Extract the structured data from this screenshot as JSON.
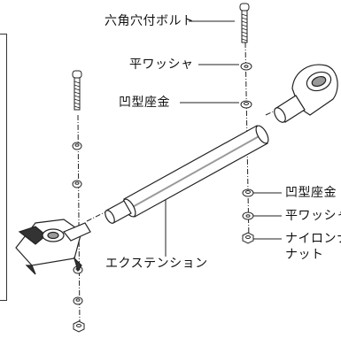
{
  "labels": {
    "hex_bolt": "六角穴付ボルト",
    "flat_washer": "平ワッシャ",
    "concave_washer": "凹型座金",
    "extension": "エクステンション",
    "concave_washer_right": "凹型座金",
    "flat_washer_right": "平ワッシャ",
    "nylon_nut_line1": "ナイロンナ",
    "nylon_nut_line2": "ナット"
  },
  "colors": {
    "line": "#222222",
    "part_fill": "#ffffff",
    "part_shade": "#9a9a9a",
    "dark": "#333333"
  }
}
